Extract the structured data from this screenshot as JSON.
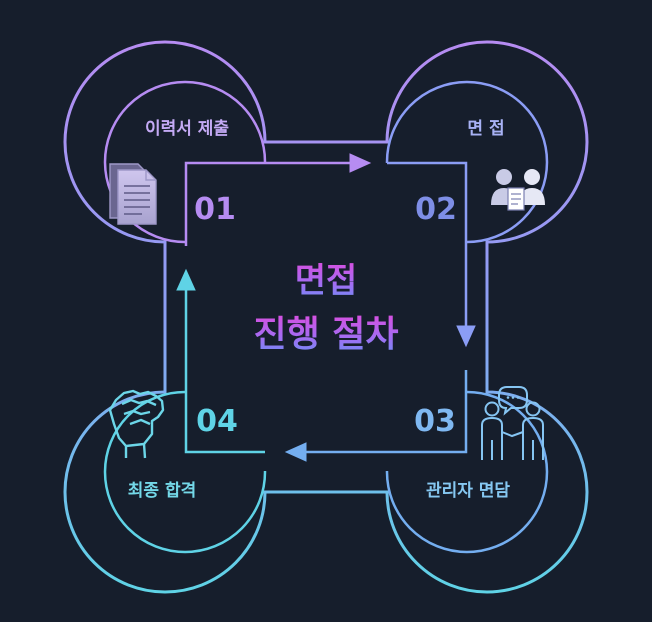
{
  "title": {
    "line1": "면접",
    "line2": "진행 절차"
  },
  "steps": [
    {
      "number": "01",
      "label": "이력서 제출",
      "icon": "document-icon"
    },
    {
      "number": "02",
      "label": "면 접",
      "icon": "interview-people-icon"
    },
    {
      "number": "03",
      "label": "관리자 면담",
      "icon": "handshake-icon"
    },
    {
      "number": "04",
      "label": "최종 합격",
      "icon": "raised-fist-icon"
    }
  ],
  "colors": {
    "background": "#161e2c",
    "step1": "#b68cf2",
    "step2": "#8b9df5",
    "step3": "#74aef0",
    "step4": "#5fd3e6"
  }
}
